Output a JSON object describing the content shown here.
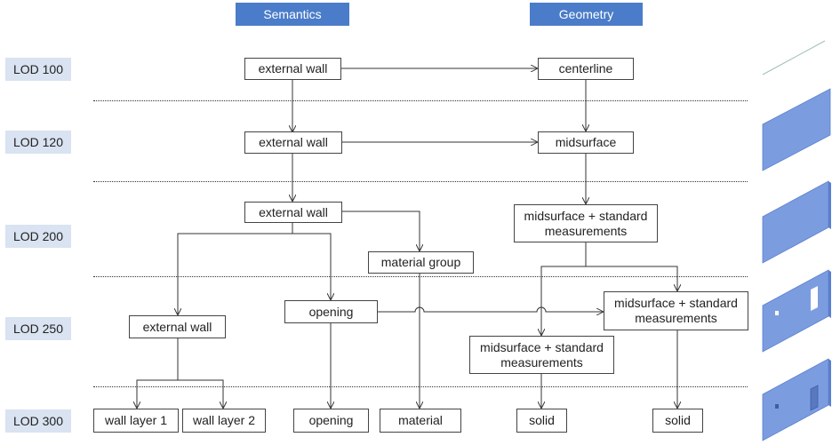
{
  "headers": {
    "semantics": "Semantics",
    "geometry": "Geometry"
  },
  "lod_levels": [
    "LOD 100",
    "LOD 120",
    "LOD 200",
    "LOD 250",
    "LOD 300"
  ],
  "nodes": {
    "ew100": "external wall",
    "centerline": "centerline",
    "ew120": "external wall",
    "midsurface": "midsurface",
    "ew200": "external wall",
    "mgroup": "material group",
    "ms200": "midsurface + standard\nmeasurements",
    "ew250": "external wall",
    "opening250": "opening",
    "ms250a": "midsurface + standard\nmeasurements",
    "ms250b": "midsurface + standard\nmeasurements",
    "wl1": "wall layer 1",
    "wl2": "wall layer 2",
    "opening300": "opening",
    "material": "material",
    "solid1": "solid",
    "solid2": "solid"
  },
  "colors": {
    "header_bg": "#4a7cc9",
    "lod_bg": "#d9e3f1",
    "wall_blue": "#7b9de0",
    "wall_edge": "#5b7fcf"
  }
}
